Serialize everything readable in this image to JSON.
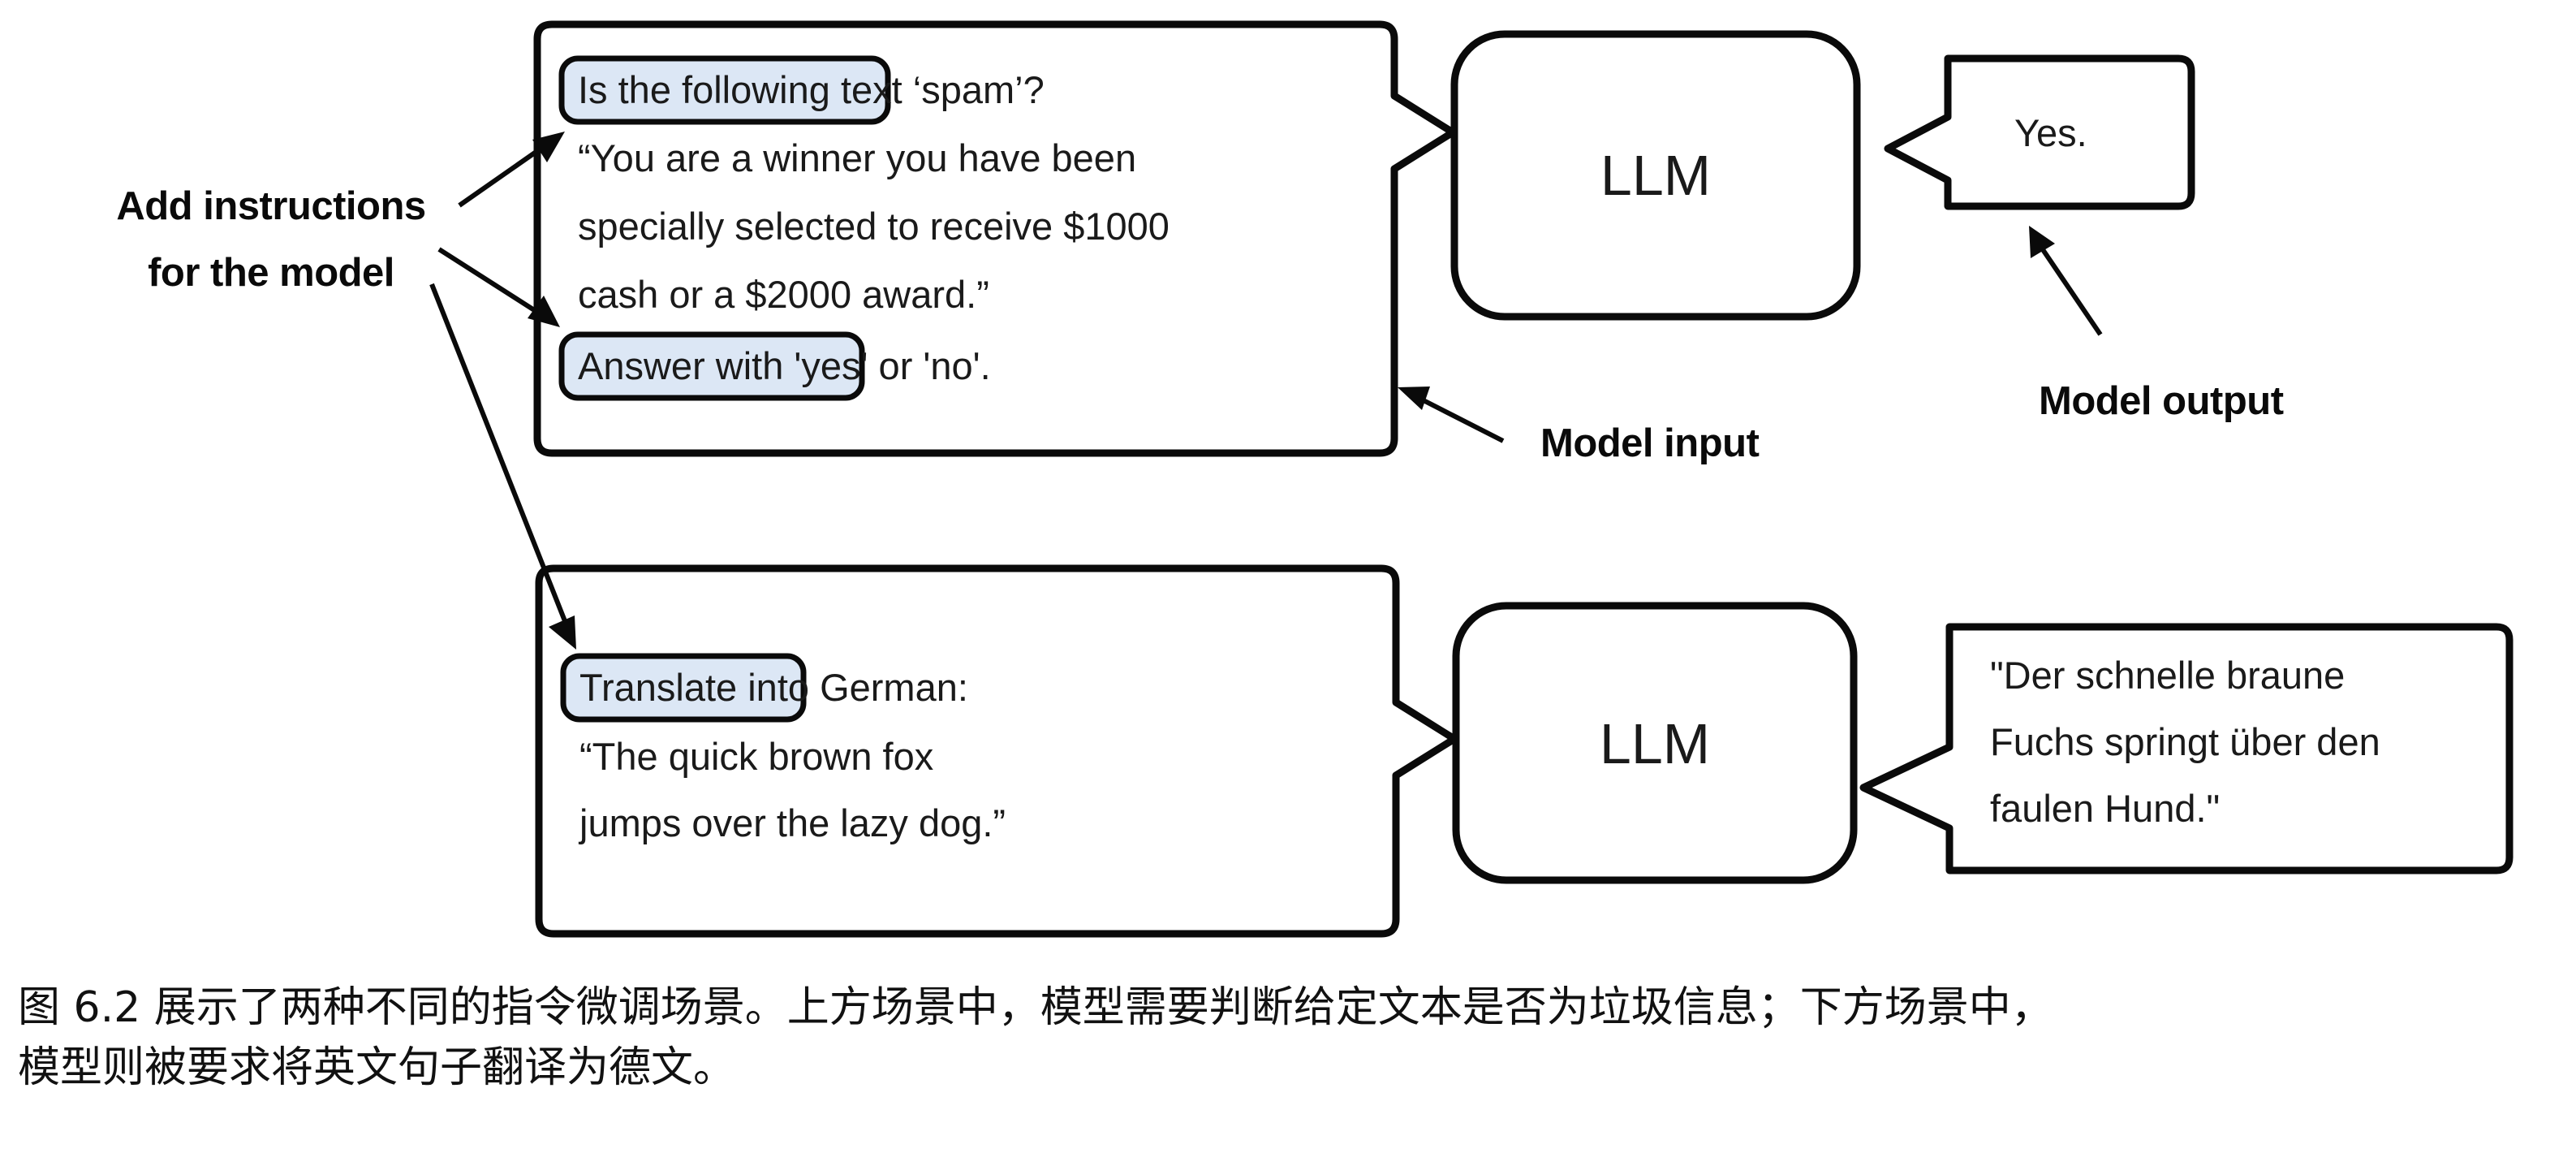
{
  "figure": {
    "annotations": {
      "add_instructions_line1": "Add instructions",
      "add_instructions_line2": "for the model",
      "model_input_label": "Model input",
      "model_output_label": "Model output"
    },
    "scenarios": [
      {
        "id": "spam-classification",
        "input_box": {
          "instruction_pill_top": "Is the following text ‘spam’?",
          "content_lines": [
            "“You are a winner you have been",
            "specially selected to receive $1000",
            "cash or a $2000 award.”"
          ],
          "instruction_pill_bottom": "Answer with 'yes' or 'no'."
        },
        "model_label": "LLM",
        "output_bubble": {
          "lines": [
            "Yes."
          ]
        }
      },
      {
        "id": "german-translation",
        "input_box": {
          "instruction_pill_top": "Translate into German:",
          "content_lines": [
            "“The quick brown fox",
            "jumps over the lazy dog.”"
          ],
          "instruction_pill_bottom": null
        },
        "model_label": "LLM",
        "output_bubble": {
          "lines": [
            "\"Der schnelle braune",
            "Fuchs springt über den",
            "faulen Hund.\""
          ]
        }
      }
    ],
    "colors": {
      "instruction_highlight": "#dce7f5",
      "stroke": "#0a0a0a",
      "background": "#ffffff"
    }
  },
  "caption": {
    "text": "图 6.2 展示了两种不同的指令微调场景。上方场景中，模型需要判断给定文本是否为垃圾信息；下方场景中，\n模型则被要求将英文句子翻译为德文。"
  }
}
